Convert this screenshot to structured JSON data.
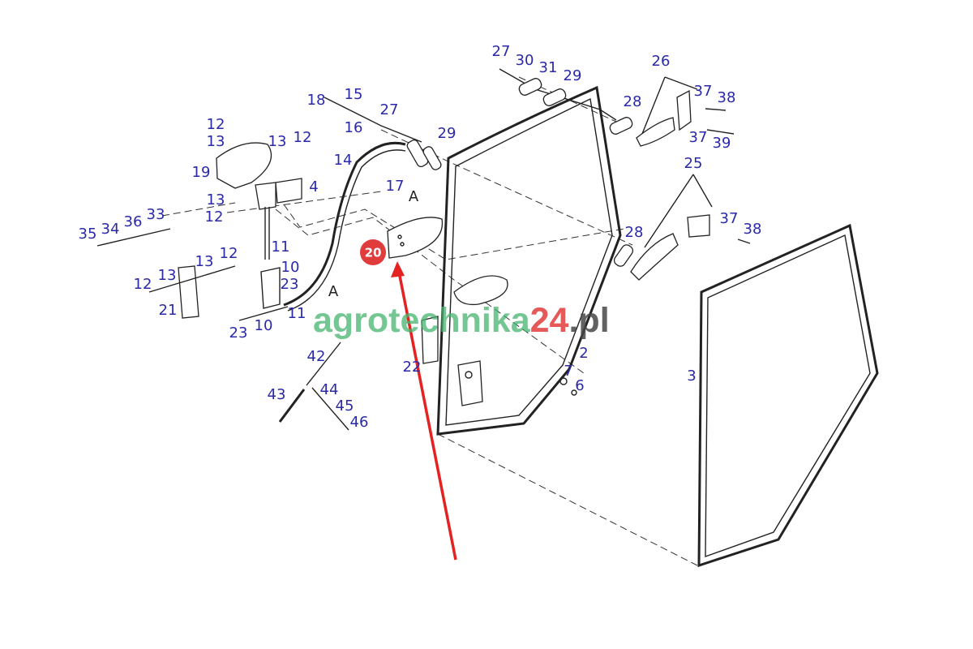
{
  "diagram": {
    "labels": [
      "27",
      "30",
      "31",
      "29",
      "26",
      "37",
      "38",
      "28",
      "37",
      "39",
      "25",
      "37",
      "38",
      "28",
      "18",
      "15",
      "27",
      "16",
      "29",
      "14",
      "17",
      "12",
      "13",
      "13",
      "12",
      "19",
      "4",
      "13",
      "12",
      "35",
      "34",
      "36",
      "33",
      "11",
      "13",
      "12",
      "12",
      "13",
      "10",
      "23",
      "21",
      "11",
      "23",
      "10",
      "42",
      "43",
      "44",
      "45",
      "46",
      "22",
      "2",
      "7",
      "6",
      "3"
    ],
    "section_marks": [
      "A",
      "A"
    ],
    "highlighted_part": "20",
    "colors": {
      "label": "#2a2aa8",
      "highlight": "#e03c3c",
      "arrow": "#e52222"
    }
  },
  "watermark": {
    "part1": "agrotechnika",
    "part2": "24",
    "part3": ".pl"
  }
}
